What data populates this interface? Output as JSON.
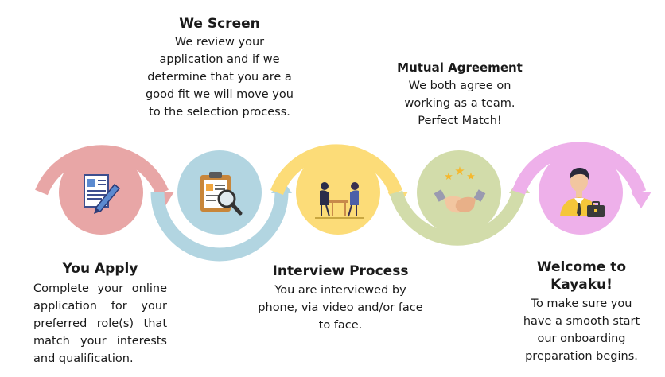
{
  "steps": [
    {
      "title": "You Apply",
      "desc": "Complete your online application for your preferred role(s) that match your interests and qualification.",
      "color": "#e8a6a6",
      "icon": "application-form-pen-icon"
    },
    {
      "title": "We Screen",
      "desc": "We review your application and if we determine that you are a good fit we will move you to the selection process.",
      "color": "#b2d5e1",
      "icon": "clipboard-magnifier-icon"
    },
    {
      "title": "Interview Process",
      "desc": "You are interviewed by phone, via video and/or face to face.",
      "color": "#fcdc78",
      "icon": "interview-people-icon"
    },
    {
      "title": "Mutual Agreement",
      "desc": "We both agree on working as a team. Perfect Match!",
      "color": "#d2dcaa",
      "icon": "handshake-stars-icon"
    },
    {
      "title": "Welcome to Kayaku!",
      "desc": "To make sure you have a smooth start our onboarding preparation begins.",
      "color": "#eeb0ea",
      "icon": "businessman-icon"
    }
  ]
}
